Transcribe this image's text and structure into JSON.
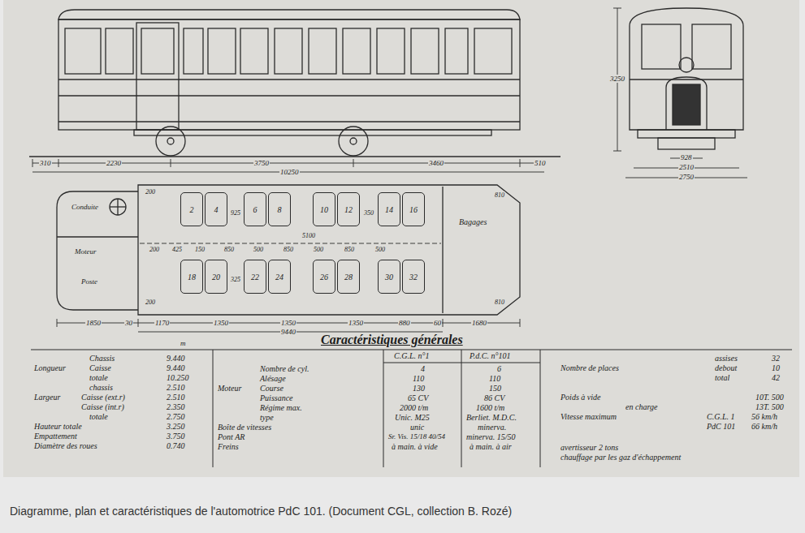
{
  "diagram": {
    "title": "Caractéristiques générales",
    "caption": "Diagramme, plan et caractéristiques de l'automotrice PdC 101. (Document CGL, collection B. Rozé)",
    "nodes": [
      {
        "text": [
          "2"
        ]
      },
      {
        "text": [
          "4"
        ]
      },
      {
        "text": [
          "6"
        ]
      },
      {
        "text": [
          "8"
        ]
      },
      {
        "text": [
          "10"
        ]
      },
      {
        "text": [
          "12"
        ]
      },
      {
        "text": [
          "14"
        ]
      },
      {
        "text": [
          "16"
        ]
      },
      {
        "text": [
          "18"
        ]
      },
      {
        "text": [
          "20"
        ]
      },
      {
        "text": [
          "22"
        ]
      },
      {
        "text": [
          "24"
        ]
      },
      {
        "text": [
          "26"
        ]
      },
      {
        "text": [
          "28"
        ]
      },
      {
        "text": [
          "30"
        ]
      },
      {
        "text": [
          "32"
        ]
      }
    ],
    "labels": [
      "310",
      "2230",
      "3750",
      "3460",
      "510",
      "10250",
      "3250",
      "928",
      "2510",
      "2750",
      "Conduite",
      "Moteur",
      "Poste",
      "Bagages",
      "200",
      "925",
      "350",
      "5100",
      "200",
      "425",
      "150",
      "850",
      "500",
      "850",
      "500",
      "850",
      "500",
      "325",
      "810",
      "810",
      "200",
      "1850",
      "30",
      "1170",
      "1350",
      "1350",
      "1350",
      "880",
      "60",
      "1680",
      "9440",
      "m",
      "Chassis",
      "9.440",
      "Longueur",
      "Caisse",
      "9.440",
      "totale",
      "10.250",
      "chassis",
      "2.510",
      "Largeur",
      "Caisse (ext.r)",
      "2.510",
      "Caisse (int.r)",
      "2.350",
      "totale",
      "2.750",
      "Hauteur totale",
      "3.250",
      "Empattement",
      "3.750",
      "Diamètre des roues",
      "0.740",
      "C.G.L. n°1",
      "P.d.C. n°101",
      "Nombre de cyl.",
      "4",
      "6",
      "Alésage",
      "110",
      "110",
      "Moteur",
      "Course",
      "130",
      "150",
      "Puissance",
      "65 CV",
      "86 CV",
      "Régime max.",
      "2000 t/m",
      "1600 t/m",
      "type",
      "Unic. M25",
      "Berliet. M.D.C.",
      "Boîte de vitesses",
      "unic",
      "minerva.",
      "Pont AR",
      "Sr. Vis. 15/18 40/54",
      "minerva. 15/50",
      "Freins",
      "à main. à vide",
      "à main. à air",
      "assises",
      "32",
      "Nombre de places",
      "debout",
      "10",
      "total",
      "42",
      "Poids à vide",
      "10T. 500",
      "en charge",
      "13T. 500",
      "Vitesse maximum",
      "C.G.L. 1",
      "56 km/h",
      "PdC 101",
      "66 km/h",
      "avertisseur 2 tons",
      "chauffage par les gaz d'échappement"
    ]
  }
}
